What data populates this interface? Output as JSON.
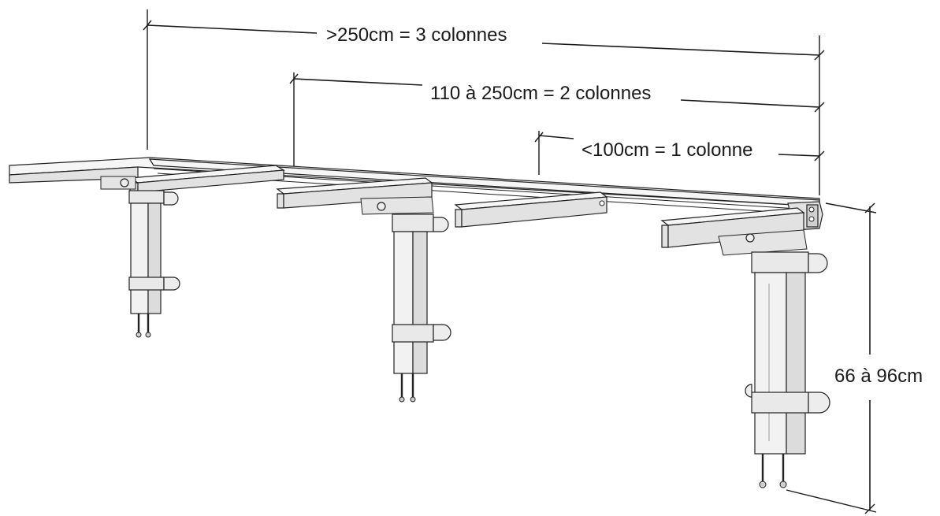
{
  "dimensions": {
    "three_columns": ">250cm = 3 colonnes",
    "two_columns": "110 à 250cm = 2 colonnes",
    "one_column": "<100cm = 1 colonne",
    "height": "66 à 96cm"
  }
}
